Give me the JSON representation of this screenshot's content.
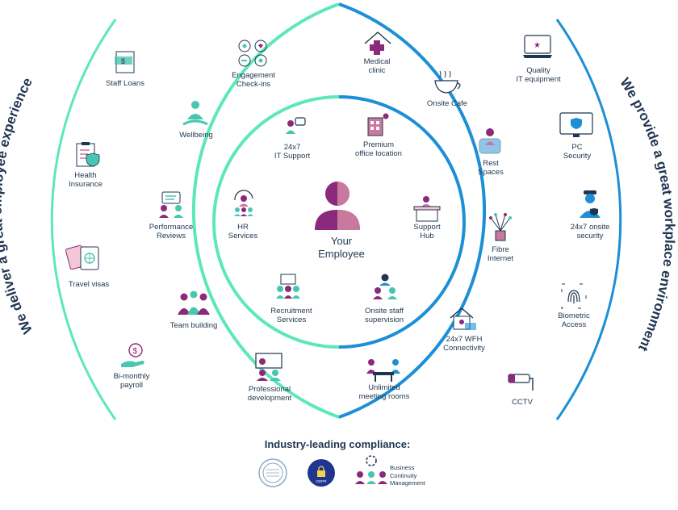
{
  "diagram": {
    "left_title": "We deliver a great employee experience",
    "right_title": "We provide a great workplace  environment",
    "center_label": "Your\nEmployee",
    "inner_ring": [
      {
        "name": "it-support",
        "label": "24x7\nIT Support",
        "icon": "chat-person-icon"
      },
      {
        "name": "premium-office",
        "label": "Premium\noffice location",
        "icon": "office-building-icon"
      },
      {
        "name": "hr-services",
        "label": "HR\nServices",
        "icon": "people-cycle-icon"
      },
      {
        "name": "support-hub",
        "label": "Support\nHub",
        "icon": "reception-desk-icon"
      },
      {
        "name": "recruitment-services",
        "label": "Recruitment\nServices",
        "icon": "interview-icon"
      },
      {
        "name": "onsite-staff-supervision",
        "label": "Onsite staff\nsupervision",
        "icon": "team-hierarchy-icon"
      }
    ],
    "middle_ring": [
      {
        "name": "engagement-checkins",
        "label": "Engagement\nCheck-ins",
        "icon": "feedback-circles-icon"
      },
      {
        "name": "medical-clinic",
        "label": "Medical\nclinic",
        "icon": "medical-house-icon"
      },
      {
        "name": "wellbeing",
        "label": "Wellbeing",
        "icon": "meditation-icon"
      },
      {
        "name": "onsite-cafe",
        "label": "Onsite Cafe",
        "icon": "coffee-cup-icon"
      },
      {
        "name": "rest-spaces",
        "label": "Rest\nSpaces",
        "icon": "armchair-person-icon"
      },
      {
        "name": "performance-reviews",
        "label": "Performance\nReviews",
        "icon": "review-board-icon"
      },
      {
        "name": "fibre-internet",
        "label": "Fibre\nInternet",
        "icon": "fibre-optic-icon"
      },
      {
        "name": "team-building",
        "label": "Team building",
        "icon": "team-group-icon"
      },
      {
        "name": "wfh-connectivity",
        "label": "24x7 WFH\nConnectivity",
        "icon": "home-laptop-icon"
      },
      {
        "name": "professional-development",
        "label": "Professional\ndevelopment",
        "icon": "training-board-icon"
      },
      {
        "name": "unlimited-meeting-rooms",
        "label": "Unlimited\nmeeting  rooms",
        "icon": "meeting-table-icon"
      }
    ],
    "outer_ring": [
      {
        "name": "staff-loans",
        "label": "Staff Loans",
        "icon": "money-document-icon"
      },
      {
        "name": "quality-it-equipment",
        "label": "Quality\nIT equipment",
        "icon": "laptop-star-icon"
      },
      {
        "name": "health-insurance",
        "label": "Health\nInsurance",
        "icon": "clipboard-shield-icon"
      },
      {
        "name": "pc-security",
        "label": "PC\nSecurity",
        "icon": "monitor-shield-icon"
      },
      {
        "name": "onsite-security",
        "label": "24x7 onsite\nsecurity",
        "icon": "security-guard-icon"
      },
      {
        "name": "travel-visas",
        "label": "Travel visas",
        "icon": "passport-ticket-icon"
      },
      {
        "name": "biometric-access",
        "label": "Biometric\nAccess",
        "icon": "fingerprint-icon"
      },
      {
        "name": "bimonthly-payroll",
        "label": "Bi-monthly\npayroll",
        "icon": "hand-coin-icon"
      },
      {
        "name": "cctv",
        "label": "CCTV",
        "icon": "cctv-camera-icon"
      }
    ]
  },
  "footer": {
    "title": "Industry-leading compliance:",
    "badges": [
      {
        "name": "iso-certification-badge",
        "icon": "certification-seal-icon"
      },
      {
        "name": "gdpr-badge",
        "icon": "eu-lock-icon",
        "text": "GDPR"
      }
    ],
    "bcm": {
      "label": "Business\nContinuity\nManagement",
      "icon": "gear-people-icon"
    }
  },
  "colors": {
    "teal": "#5de8b8",
    "blue": "#1d8fd6",
    "navy": "#1f3550",
    "purple": "#8b2a7b",
    "pink": "#c9799e",
    "icon_teal": "#48c6b0"
  }
}
